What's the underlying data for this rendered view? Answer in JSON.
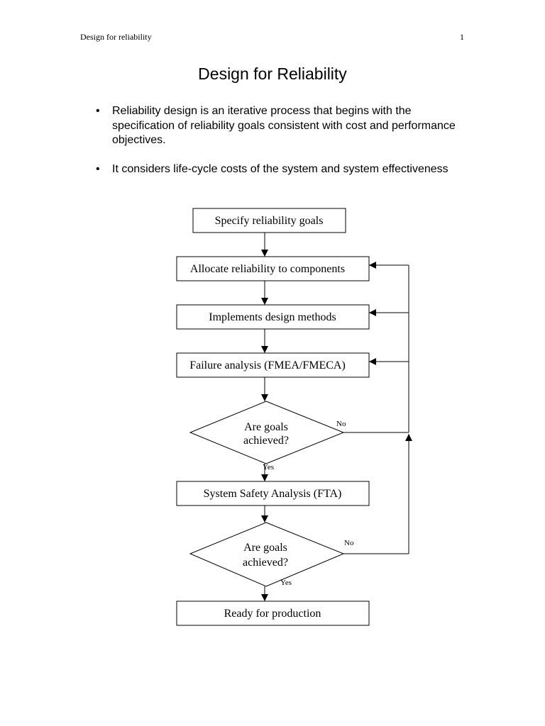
{
  "header": {
    "running_title": "Design for reliability",
    "page_number": "1"
  },
  "title": "Design for Reliability",
  "bullets": [
    {
      "marker": "•",
      "text": "Reliability design is an iterative process that begins with the specification of reliability goals consistent with cost and performance objectives."
    },
    {
      "marker": "•",
      "text": "It considers life-cycle costs of the system and system effectiveness"
    }
  ],
  "flowchart": {
    "steps": {
      "specify_goals": "Specify reliability goals",
      "allocate": "Allocate reliability to components",
      "implement": "Implements design methods",
      "failure_analysis": "Failure analysis (FMEA/FMECA)",
      "system_safety": "System Safety Analysis (FTA)",
      "ready": "Ready for production"
    },
    "decision_1": {
      "line1": "Are goals",
      "line2": "achieved?",
      "no_label": "No",
      "yes_label": "Yes"
    },
    "decision_2": {
      "line1": "Are goals",
      "line2": "achieved?",
      "no_label": "No",
      "yes_label": "Yes"
    }
  }
}
